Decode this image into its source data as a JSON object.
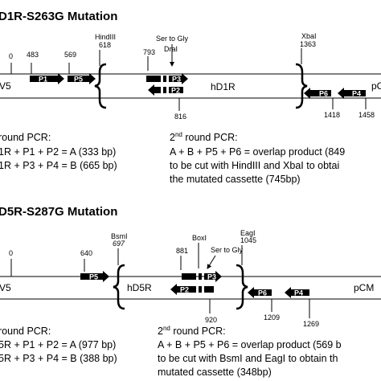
{
  "top": {
    "title": "D1R-S263G Mutation",
    "vector_left": "V5",
    "vector_right": "pC",
    "gene": "hD1R",
    "pos": {
      "p0": "0",
      "p483": "483",
      "p569": "569",
      "hind": "HindIII",
      "p618": "618",
      "p793": "793",
      "mut": "Ser to Gly",
      "dra": "DraI",
      "p816": "816",
      "xba": "XbaI",
      "p1363": "1363",
      "p1418": "1418",
      "p1458": "1458"
    },
    "primers": {
      "p1": "P1",
      "p2": "P2",
      "p3": "P3",
      "p4": "P4",
      "p5": "P5",
      "p6": "P6"
    },
    "first_round": {
      "head": "round PCR:",
      "l1": "1R + P1 + P2 = A (333 bp)",
      "l2": "1R + P3 + P4 = B (665 bp)"
    },
    "second_round": {
      "head_pre": "2",
      "head_sup": "nd",
      "head_post": " round PCR:",
      "l1": "A + B + P5 + P6 = overlap product (849",
      "l2": "to be cut with HindIII and XbaI to obtai",
      "l3": "the mutated cassette (745bp)"
    }
  },
  "bottom": {
    "title": "D5R-S287G Mutation",
    "vector_left": "V5",
    "vector_right": "pCM",
    "gene": "hD5R",
    "pos": {
      "p0": "0",
      "bsm": "BsmI",
      "p697": "697",
      "p640": "640",
      "box": "BoxI",
      "p881": "881",
      "mut": "Ser to Gly",
      "eag": "EagI",
      "p1045": "1045",
      "p920": "920",
      "p1209": "1209",
      "p1269": "1269"
    },
    "primers": {
      "p2": "P2",
      "p3": "P3",
      "p4": "P4",
      "p5": "P5",
      "p6": "P6"
    },
    "first_round": {
      "head": "round PCR:",
      "l1": "5R + P1 + P2 = A (977 bp)",
      "l2": "5R + P3 + P4 = B (388 bp)"
    },
    "second_round": {
      "head_pre": "2",
      "head_sup": "nd",
      "head_post": " round PCR:",
      "l1": "A + B + P5 + P6 = overlap product (569 b",
      "l2": "to be cut with BsmI and EagI to obtain th",
      "l3": "mutated cassette (348bp)"
    }
  }
}
